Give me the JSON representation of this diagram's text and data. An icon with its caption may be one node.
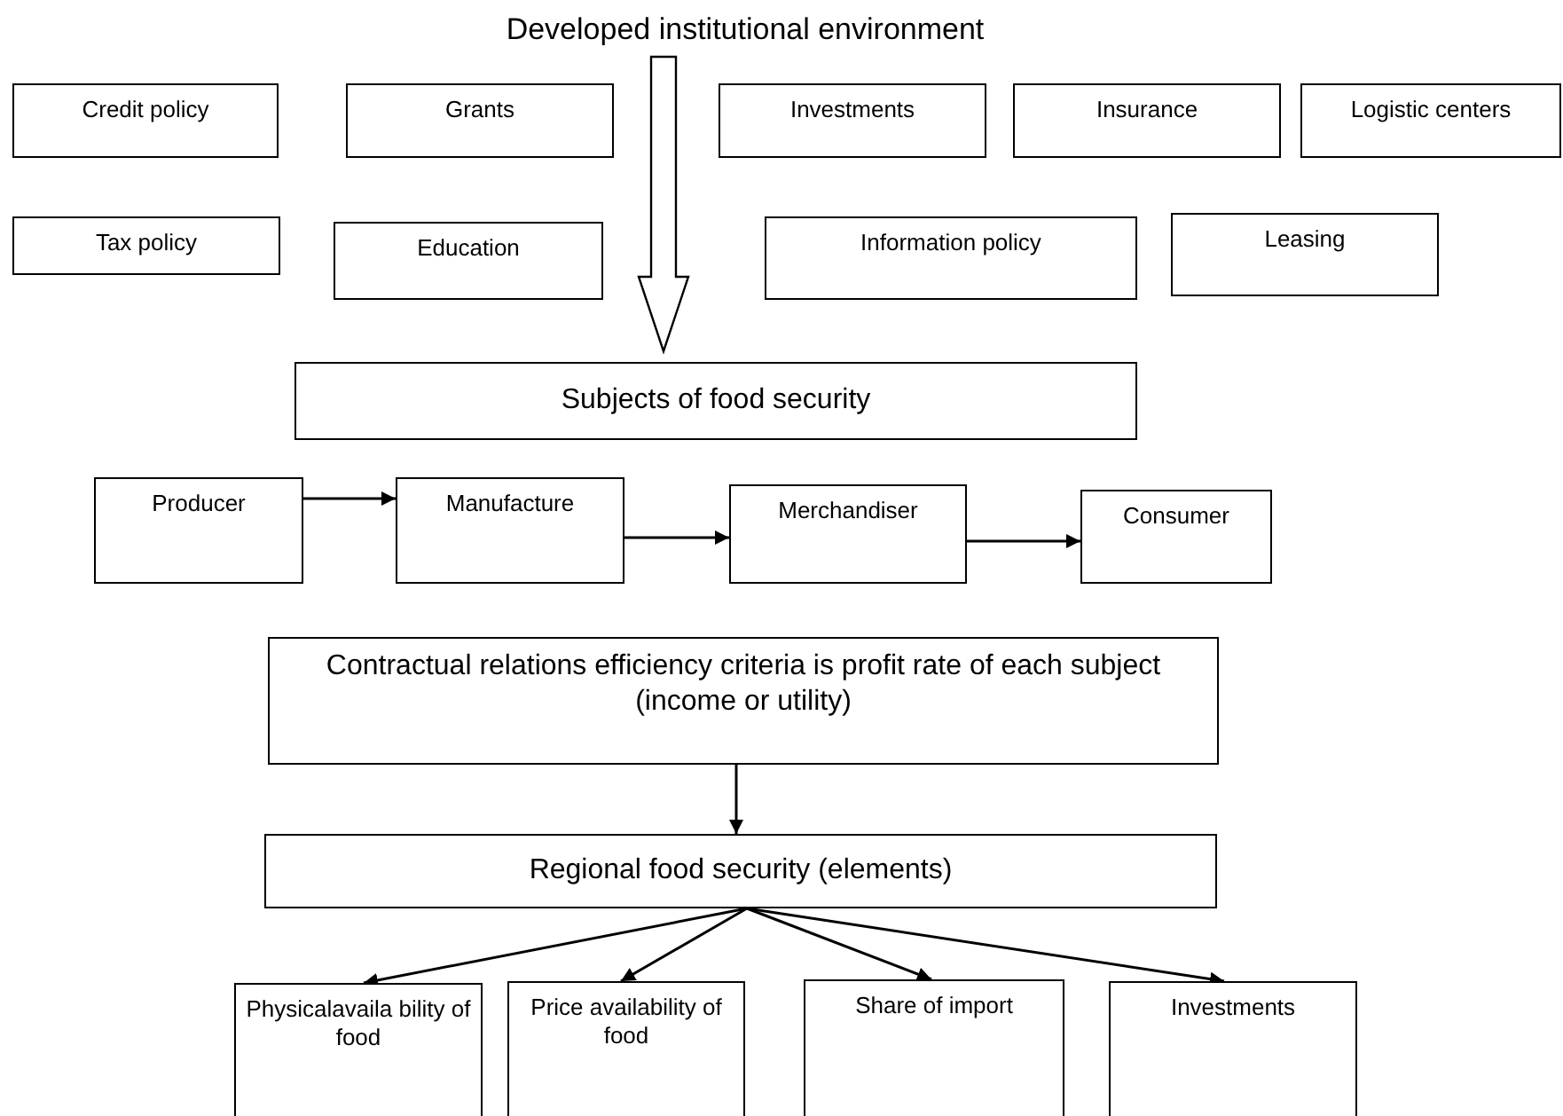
{
  "diagram": {
    "nodes": [
      {
        "text": [
          "Developed institutional environment"
        ]
      },
      {
        "text": [
          "Credit policy"
        ]
      },
      {
        "text": [
          "Grants"
        ]
      },
      {
        "text": [
          "Investments"
        ]
      },
      {
        "text": [
          "Insurance"
        ]
      },
      {
        "text": [
          "Logistic centers"
        ]
      },
      {
        "text": [
          "Tax policy"
        ]
      },
      {
        "text": [
          "Education"
        ]
      },
      {
        "text": [
          "Information policy"
        ]
      },
      {
        "text": [
          "Leasing"
        ]
      },
      {
        "text": [
          "Subjects of food security"
        ]
      },
      {
        "text": [
          "Producer"
        ]
      },
      {
        "text": [
          "Manufacture"
        ]
      },
      {
        "text": [
          "Merchandiser"
        ]
      },
      {
        "text": [
          "Consumer"
        ]
      },
      {
        "text": [
          "Contractual relations efficiency criteria is profit rate of each subject (income or utility)"
        ]
      },
      {
        "text": [
          "Regional food security (elements)"
        ]
      },
      {
        "text": [
          "Physicalavaila bility of food"
        ]
      },
      {
        "text": [
          "Price availability of food"
        ]
      },
      {
        "text": [
          "Share of import"
        ]
      },
      {
        "text": [
          "Investments"
        ]
      }
    ],
    "edges": [
      {
        "from": 0,
        "to": 10,
        "arrow": "to",
        "style": "thick"
      },
      {
        "from": 11,
        "to": 12,
        "arrow": "to"
      },
      {
        "from": 12,
        "to": 13,
        "arrow": "to"
      },
      {
        "from": 13,
        "to": 14,
        "arrow": "to"
      },
      {
        "from": 15,
        "to": 16,
        "arrow": "to"
      },
      {
        "from": 16,
        "to": 17,
        "arrow": "to"
      },
      {
        "from": 16,
        "to": 18,
        "arrow": "to"
      },
      {
        "from": 16,
        "to": 19,
        "arrow": "to"
      },
      {
        "from": 16,
        "to": 20,
        "arrow": "to"
      }
    ]
  }
}
